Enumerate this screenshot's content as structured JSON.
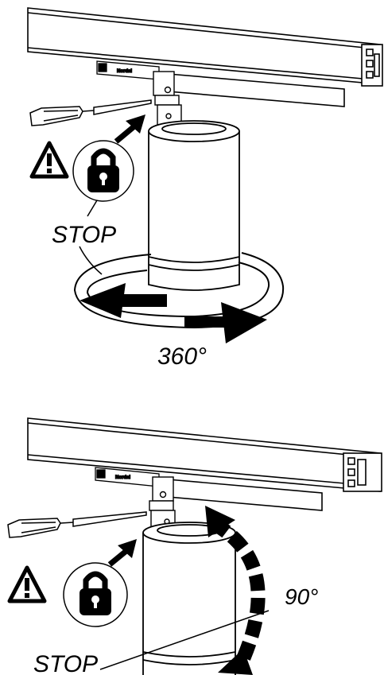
{
  "top": {
    "brand_text": "Nordal",
    "stop_label": "STOP",
    "rotation_label": "360°",
    "warning_icon": "warning-triangle-icon",
    "lock_icon": "padlock-icon",
    "tool_icon": "screwdriver-icon"
  },
  "bottom": {
    "brand_text": "Nordal",
    "stop_label": "STOP",
    "rotation_label": "90°",
    "warning_icon": "warning-triangle-icon",
    "lock_icon": "padlock-icon",
    "tool_icon": "screwdriver-icon"
  },
  "colors": {
    "line": "#000000",
    "fill": "#ffffff"
  }
}
